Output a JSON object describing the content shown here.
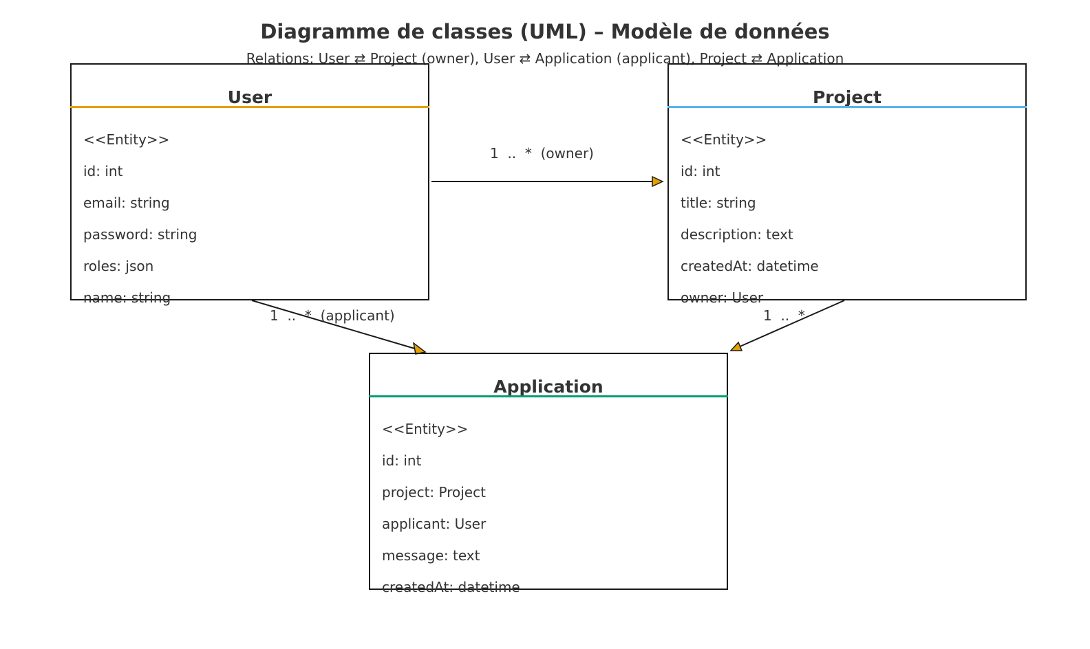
{
  "title": "Diagramme de classes (UML) – Modèle de données",
  "subtitle": "Relations: User ⇄ Project (owner), User ⇄ Application (applicant), Project ⇄ Application",
  "colors": {
    "user_accent": "#E69F00",
    "project_accent": "#56B4E9",
    "application_accent": "#009E73",
    "arrowhead_fill": "#E69F00",
    "border": "#1a1a1a",
    "text": "#333333"
  },
  "classes": {
    "user": {
      "name": "User",
      "attributes": [
        "<<Entity>>",
        "id: int",
        "email: string",
        "password: string",
        "roles: json",
        "name: string"
      ]
    },
    "project": {
      "name": "Project",
      "attributes": [
        "<<Entity>>",
        "id: int",
        "title: string",
        "description: text",
        "createdAt: datetime",
        "owner: User"
      ]
    },
    "application": {
      "name": "Application",
      "attributes": [
        "<<Entity>>",
        "id: int",
        "project: Project",
        "applicant: User",
        "message: text",
        "createdAt: datetime"
      ]
    }
  },
  "relations": {
    "user_project": {
      "label": "1  ..  *  (owner)"
    },
    "user_application": {
      "label": "1  ..  *  (applicant)"
    },
    "project_application": {
      "label": "1  ..  *"
    }
  }
}
